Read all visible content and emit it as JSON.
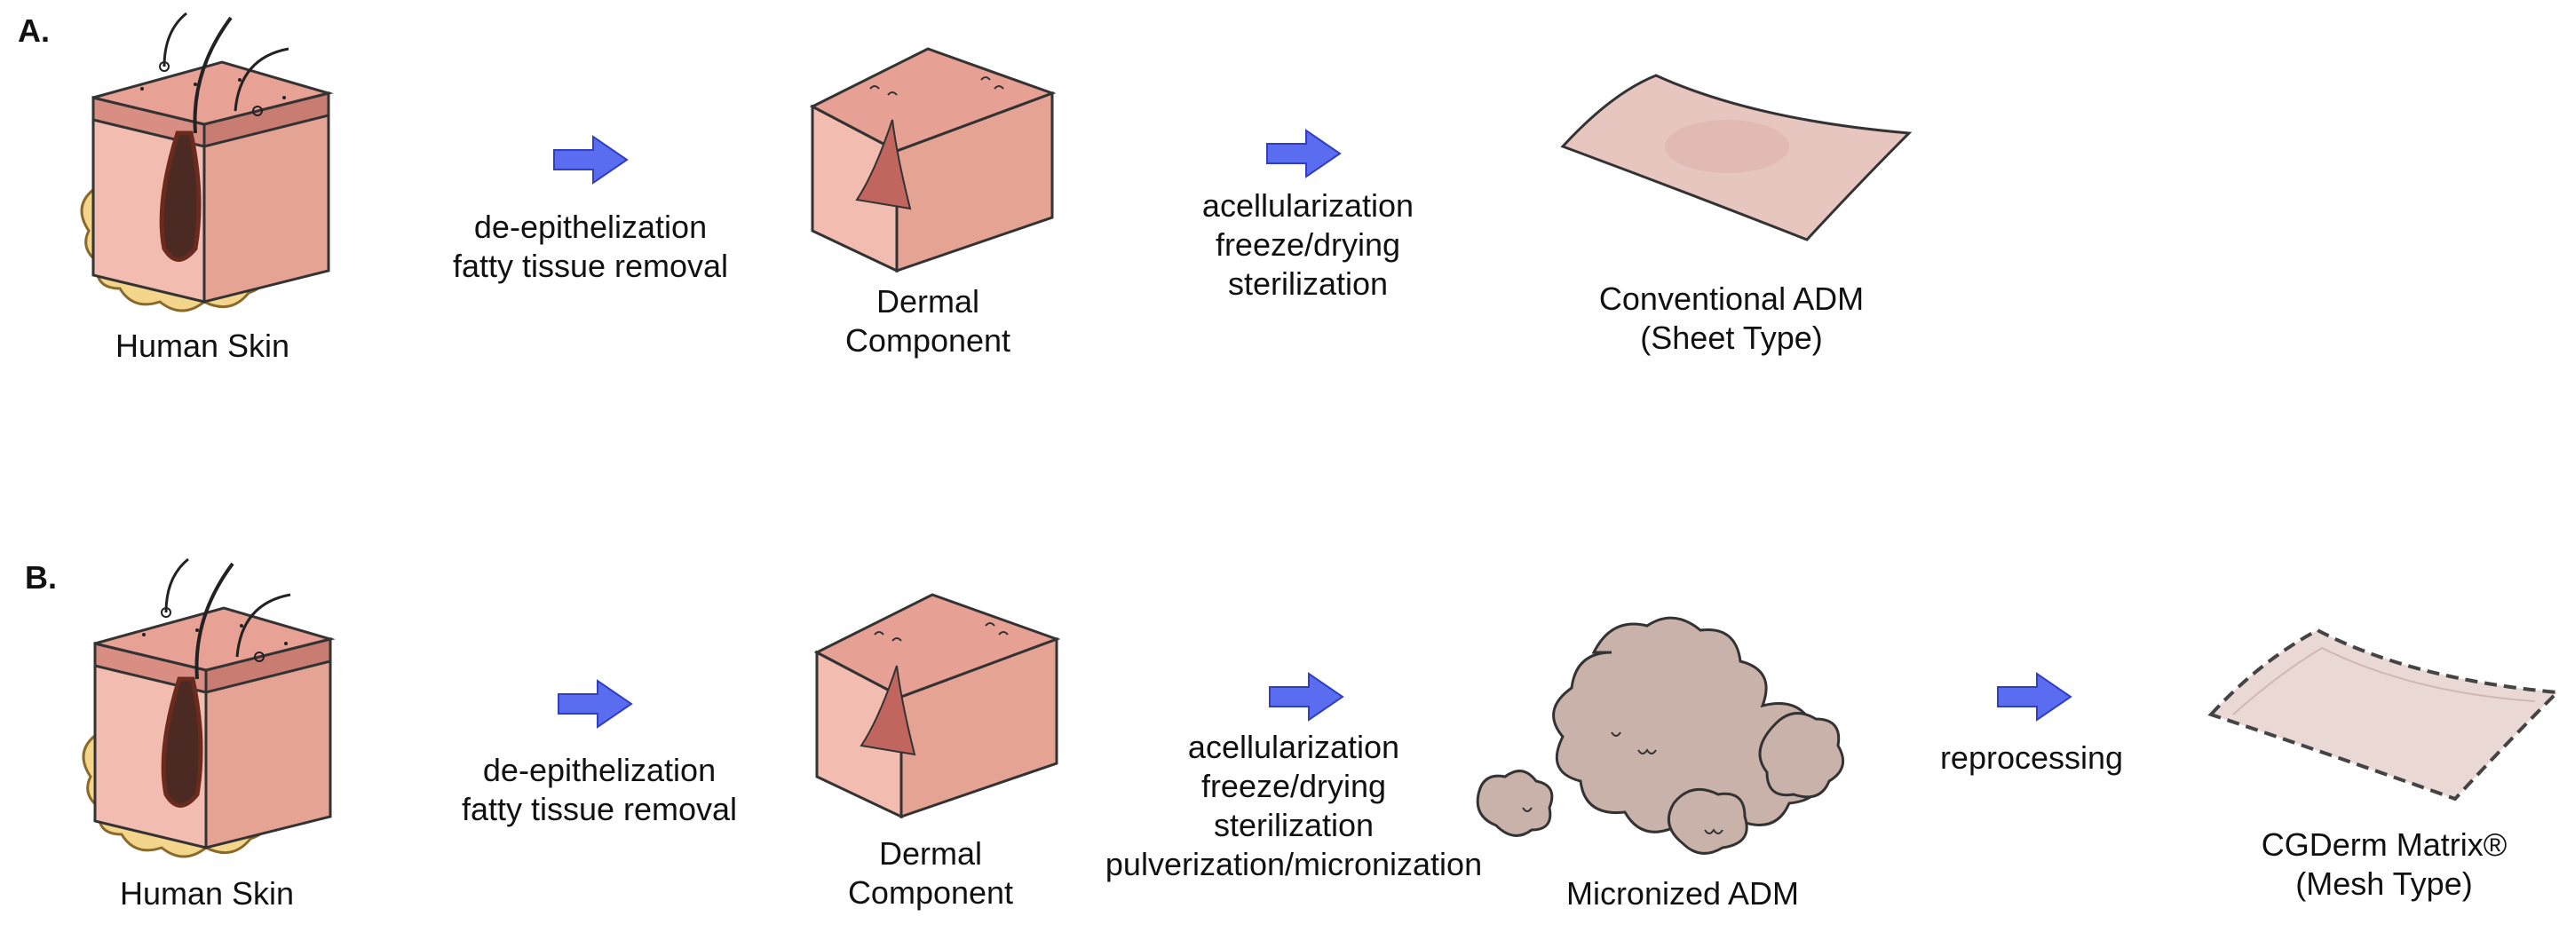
{
  "panels": [
    {
      "label": "A.",
      "steps": [
        {
          "caption": [
            "Human Skin"
          ]
        },
        {
          "arrow_caption": [
            "de-epithelization",
            "fatty tissue removal"
          ]
        },
        {
          "caption": [
            "Dermal",
            "Component"
          ]
        },
        {
          "arrow_caption": [
            "acellularization",
            "freeze/drying",
            "sterilization"
          ]
        },
        {
          "caption": [
            "Conventional ADM",
            "(Sheet Type)"
          ]
        }
      ]
    },
    {
      "label": "B.",
      "steps": [
        {
          "caption": [
            "Human Skin"
          ]
        },
        {
          "arrow_caption": [
            "de-epithelization",
            "fatty tissue removal"
          ]
        },
        {
          "caption": [
            "Dermal",
            "Component"
          ]
        },
        {
          "arrow_caption": [
            "acellularization",
            "freeze/drying",
            "sterilization",
            "pulverization/micronization"
          ]
        },
        {
          "caption": [
            "Micronized ADM"
          ]
        },
        {
          "arrow_caption": [
            "reprocessing"
          ]
        },
        {
          "caption": [
            "CGDerm Matrix®",
            "(Mesh Type)"
          ]
        }
      ]
    }
  ],
  "colors": {
    "arrow_fill": "#5a6cf0",
    "arrow_stroke": "#2f3fbf",
    "skin_top": "#d98e84",
    "skin_side": "#f2bcb0",
    "skin_side_dark": "#e5a394",
    "fat": "#f3d58c",
    "hair_follicle": "#4a2a22",
    "sheet": "#e8c6c0",
    "powder": "#c9b2aa",
    "mesh": "#ead8d4"
  },
  "icons": [
    "human-skin-icon",
    "dermal-component-icon",
    "adm-sheet-icon",
    "micronized-adm-icon",
    "mesh-sheet-icon",
    "right-arrow-icon"
  ]
}
